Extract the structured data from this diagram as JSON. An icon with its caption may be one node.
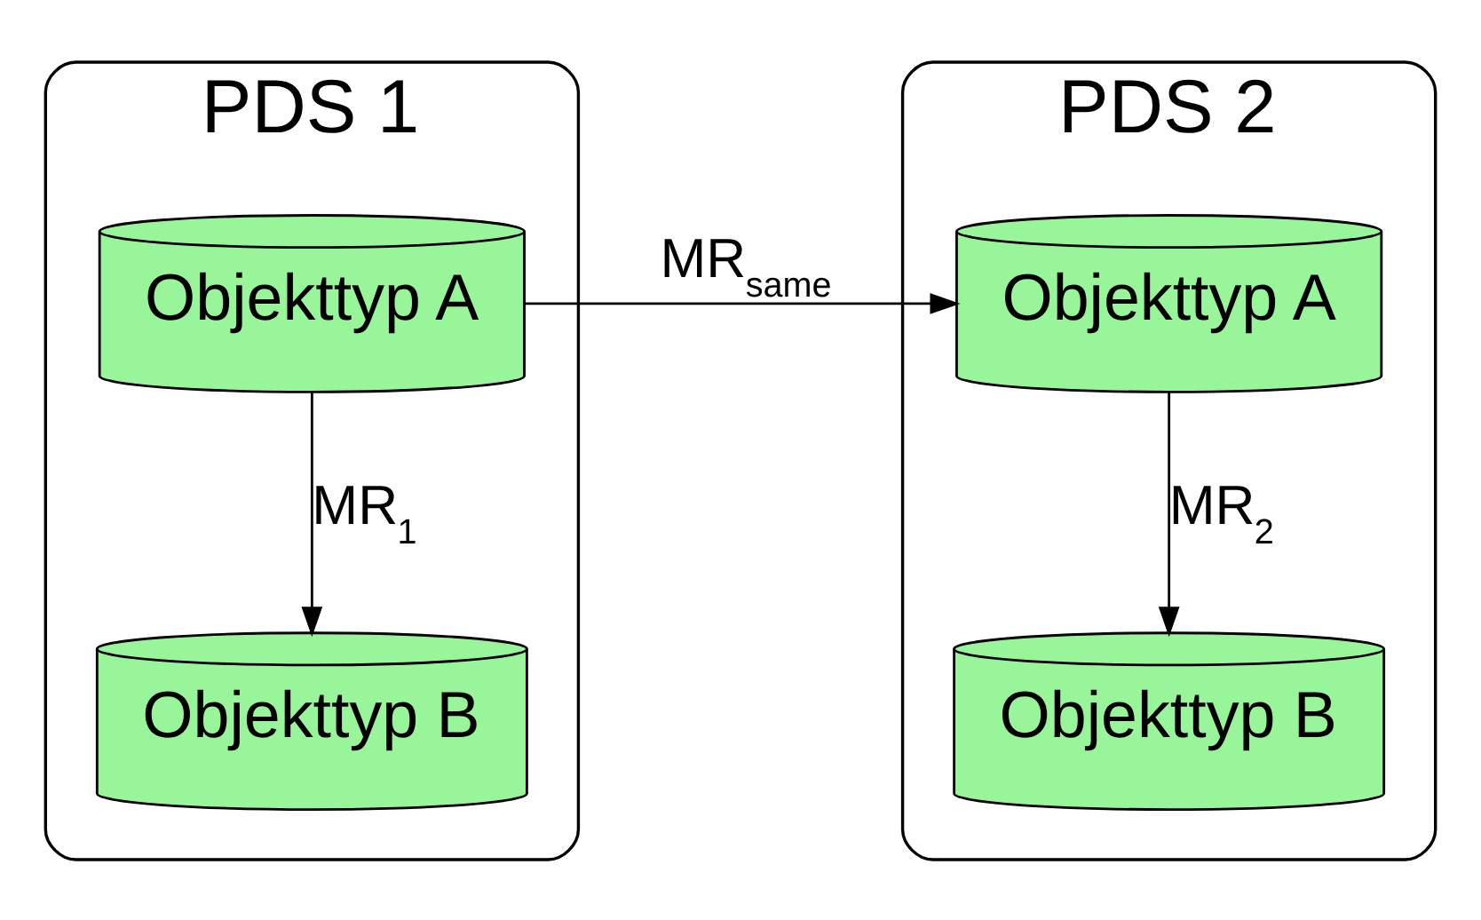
{
  "diagram": {
    "nodes": [
      {
        "text": [
          "PDS 1"
        ]
      },
      {
        "text": [
          "Objekttyp A"
        ],
        "in": 0
      },
      {
        "text": [
          "Objekttyp B"
        ],
        "in": 0
      },
      {
        "text": [
          "PDS 2"
        ]
      },
      {
        "text": [
          "Objekttyp A"
        ],
        "in": 3
      },
      {
        "text": [
          "Objekttyp B"
        ],
        "in": 3
      }
    ],
    "edges": [
      {
        "from": 1,
        "to": 2,
        "arrow": "to",
        "label": "MR$_{1}$"
      },
      {
        "from": 1,
        "to": 4,
        "arrow": "to",
        "label": "MR$_{same}$"
      },
      {
        "from": 4,
        "to": 5,
        "arrow": "to",
        "label": "MR$_{2}$"
      }
    ]
  }
}
